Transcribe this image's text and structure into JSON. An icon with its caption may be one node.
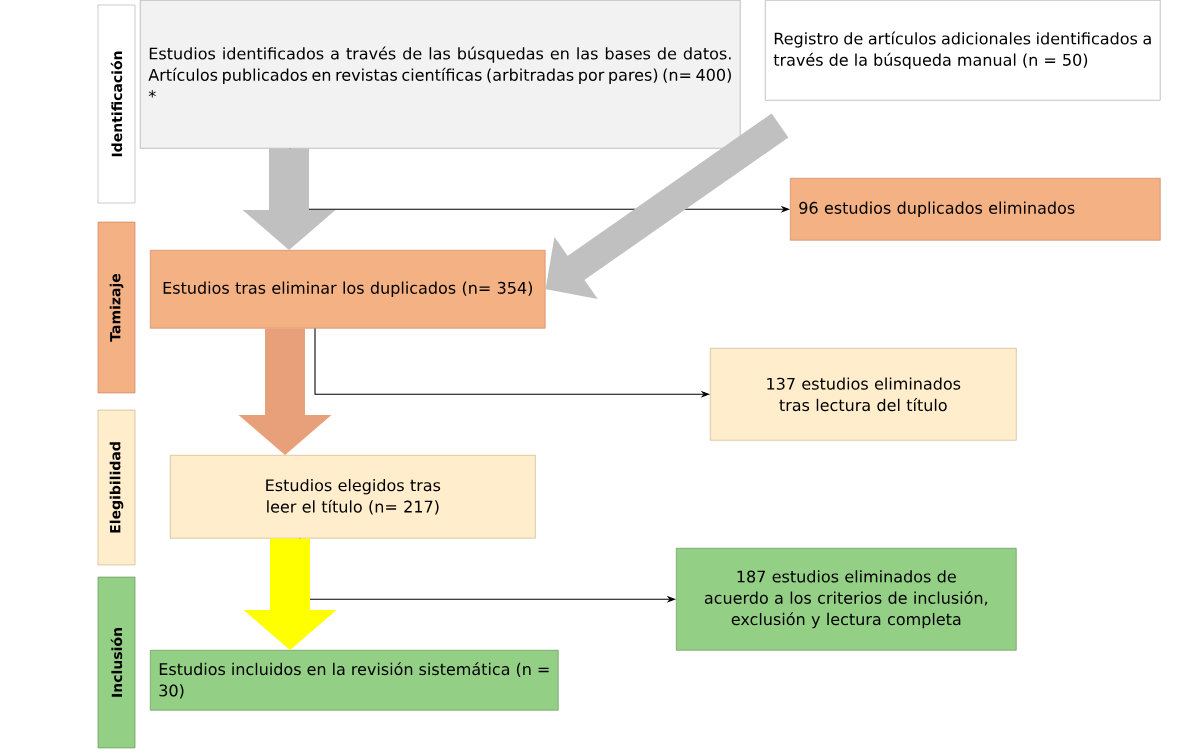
{
  "diagram": {
    "nodes": [
      {
        "text": [
          "Identificación"
        ]
      },
      {
        "text": [
          "Tamizaje"
        ]
      },
      {
        "text": [
          "Elegibilidad"
        ]
      },
      {
        "text": [
          "Inclusión"
        ]
      },
      {
        "text": [
          "Estudios identificados a través de las búsquedas en las bases de datos. Artículos publicados en revistas científicas (arbitradas por pares) (n= 400) *"
        ]
      },
      {
        "text": [
          "Registro de artículos adicionales identificados a través de la búsqueda manual (n = 50)"
        ]
      },
      {
        "text": [
          "96 estudios duplicados eliminados"
        ]
      },
      {
        "text": [
          "Estudios tras eliminar los duplicados (n= 354)"
        ]
      },
      {
        "text": [
          "137 estudios eliminados tras lectura del título"
        ]
      },
      {
        "text": [
          "Estudios elegidos tras leer el título (n= 217)"
        ]
      },
      {
        "text": [
          "187 estudios eliminados de acuerdo a los criterios de inclusión, exclusión y lectura completa"
        ]
      },
      {
        "text": [
          "Estudios incluidos en la revisión sistemática (n = 30)"
        ]
      }
    ],
    "edges": [
      {
        "from": 4,
        "to": 6,
        "arrow": "to"
      },
      {
        "from": 7,
        "to": 8,
        "arrow": "to"
      },
      {
        "from": 9,
        "to": 10,
        "arrow": "to"
      },
      {
        "from": 4,
        "to": 7,
        "arrow": "to",
        "color": "#c0c0c0"
      },
      {
        "from": 5,
        "to": 7,
        "arrow": "to",
        "color": "#c0c0c0"
      },
      {
        "from": 7,
        "to": 9,
        "arrow": "to",
        "color": "#e8a07a"
      },
      {
        "from": 9,
        "to": 11,
        "arrow": "to",
        "color": "#ffff00"
      }
    ]
  }
}
